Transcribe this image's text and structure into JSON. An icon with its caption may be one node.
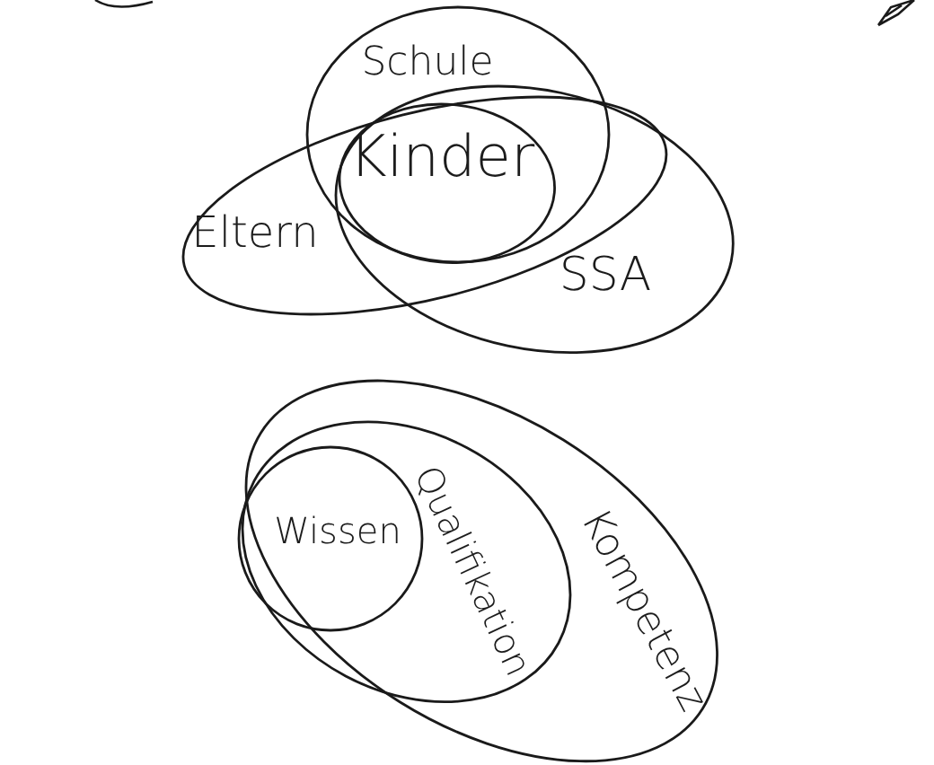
{
  "diagram": {
    "nodes": [
      {
        "text": [
          "Schule"
        ]
      },
      {
        "text": [
          "Kinder"
        ]
      },
      {
        "text": [
          "Eltern"
        ]
      },
      {
        "text": [
          "SSA"
        ]
      },
      {
        "text": [
          "Kompetenz"
        ]
      },
      {
        "text": [
          "Qualifikation"
        ],
        "in": 4
      },
      {
        "text": [
          "Wissen"
        ],
        "in": 5
      }
    ]
  }
}
